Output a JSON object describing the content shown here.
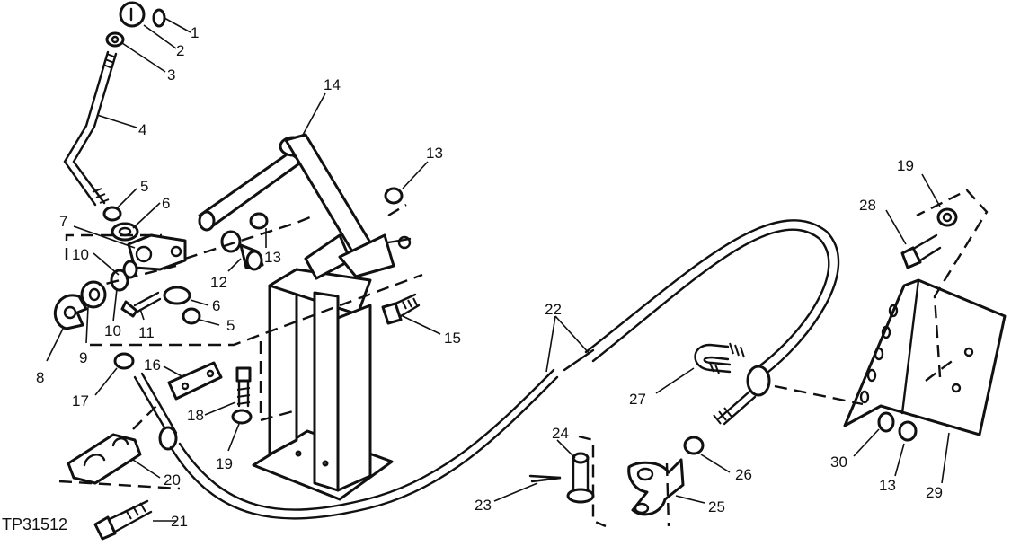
{
  "figure_code": "TP31512",
  "callouts": [
    "1",
    "2",
    "3",
    "4",
    "5",
    "6",
    "7",
    "8",
    "9",
    "10",
    "11",
    "12",
    "13",
    "14",
    "15",
    "16",
    "17",
    "18",
    "19",
    "20",
    "21",
    "22",
    "23",
    "24",
    "25",
    "26",
    "27",
    "28",
    "29",
    "30"
  ]
}
